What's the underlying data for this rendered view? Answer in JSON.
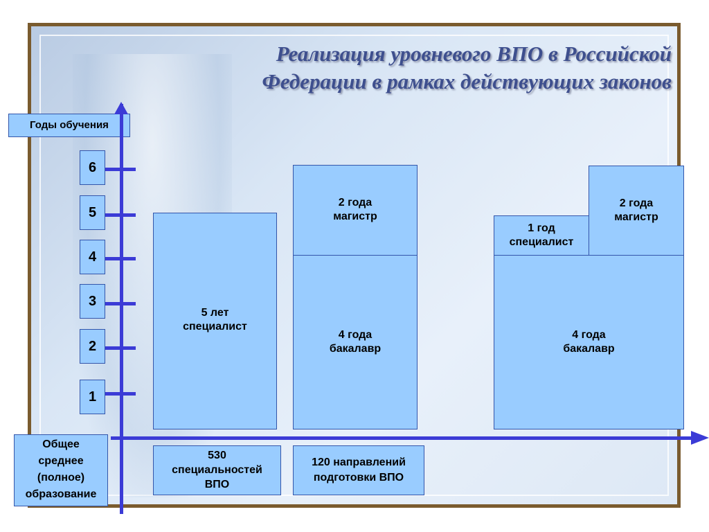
{
  "title": {
    "line1": "Реализация уровневого ВПО в Российской",
    "line2": "Федерации в рамках действующих законов"
  },
  "y_axis_label": "Годы обучения",
  "years": [
    "6",
    "5",
    "4",
    "3",
    "2",
    "1"
  ],
  "origin_label": {
    "line1": "Общее",
    "line2": "среднее",
    "line3": "(полное)",
    "line4": "образование"
  },
  "columns": {
    "specialist": {
      "duration": "5 лет",
      "degree": "специалист"
    },
    "bachelor_master": {
      "master_duration": "2 года",
      "master_degree": "магистр",
      "bachelor_duration": "4 года",
      "bachelor_degree": "бакалавр"
    },
    "combined": {
      "specialist_duration": "1 год",
      "specialist_degree": "специалист",
      "master_duration": "2 года",
      "master_degree": "магистр",
      "bachelor_duration": "4 года",
      "bachelor_degree": "бакалавр"
    }
  },
  "footnotes": {
    "specialties": {
      "line1": "530",
      "line2": "специальностей",
      "line3": "ВПО"
    },
    "directions": {
      "line1": "120 направлений",
      "line2": "подготовки ВПО"
    }
  },
  "colors": {
    "box_fill": "#99ccff",
    "axis": "#3b3bd6",
    "title": "#3e4f8e",
    "frame": "#7a5b2e"
  }
}
